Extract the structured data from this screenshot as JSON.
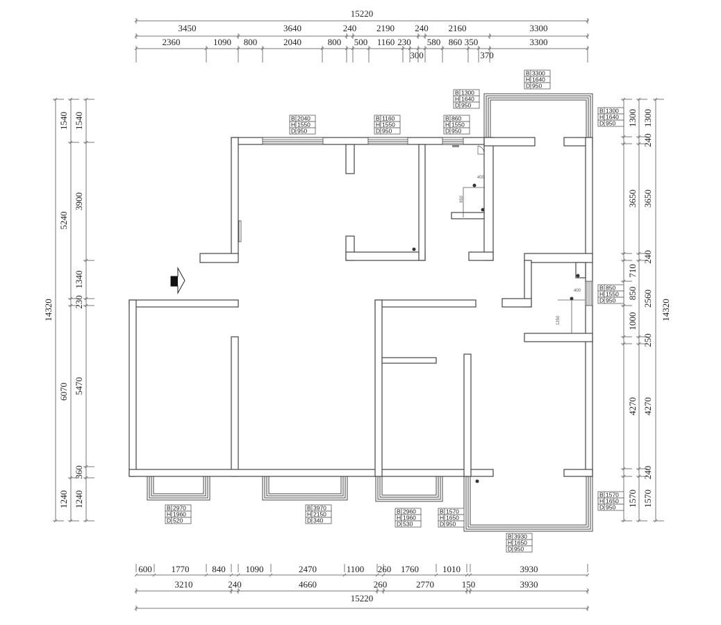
{
  "dimensions": {
    "top": {
      "row1": [
        "15220"
      ],
      "row2": [
        "3450",
        "3640",
        "240",
        "2190",
        "240",
        "2160",
        "3300"
      ],
      "row3": [
        "2360",
        "1090",
        "800",
        "2040",
        "800",
        null,
        "500",
        "1160",
        "230",
        "300",
        null,
        "580",
        "860",
        "350",
        "370",
        "3300"
      ]
    },
    "bottom": {
      "row1": [
        "600",
        "1770",
        "840",
        null,
        "1090",
        "2470",
        "1100",
        "260",
        "1760",
        "1010",
        null,
        "3930"
      ],
      "row2": [
        "3210",
        "240",
        "4660",
        "260",
        "2770",
        "150",
        "3930"
      ],
      "row3": [
        "15220"
      ]
    },
    "left": {
      "outer": [
        "14320"
      ],
      "middle": [
        "1540",
        "5240",
        null,
        "6070",
        "1240"
      ],
      "inner": [
        "1540",
        "3900",
        "1340",
        "230",
        "5470",
        "360",
        "1240"
      ]
    },
    "right": {
      "inner": [
        "1300",
        null,
        "3650",
        null,
        "710",
        "850",
        "1000",
        null,
        "4270",
        null,
        "1570"
      ],
      "middle": [
        "1300",
        "240",
        "3650",
        "240",
        "2560",
        "250",
        "4270",
        "240",
        "1570"
      ],
      "outer": [
        "14320"
      ]
    }
  },
  "window_tags": [
    {
      "B": "2040",
      "H": "1550",
      "D": "950"
    },
    {
      "B": "1160",
      "H": "1550",
      "D": "950"
    },
    {
      "B": "860",
      "H": "1550",
      "D": "950"
    },
    {
      "B": "1300",
      "H": "1640",
      "D": "950"
    },
    {
      "B": "3300",
      "H": "1640",
      "D": "950"
    },
    {
      "B": "1300",
      "H": "1640",
      "D": "950"
    },
    {
      "B": "850",
      "H": "1550",
      "D": "950"
    },
    {
      "B": "1570",
      "H": "1650",
      "D": "950"
    },
    {
      "B": "3930",
      "H": "1650",
      "D": "950"
    },
    {
      "B": "1570",
      "H": "1650",
      "D": "950"
    },
    {
      "B": "2960",
      "H": "1960",
      "D": "530"
    },
    {
      "B": "3970",
      "H": "2150",
      "D": "340"
    },
    {
      "B": "2970",
      "H": "1960",
      "D": "520"
    }
  ],
  "tag_keys": {
    "B": "B",
    "H": "H",
    "D": "D"
  },
  "notes": {
    "bath_width": "400",
    "bath_height": "950",
    "kitchen_width": "400",
    "kitchen_height": "1250"
  }
}
